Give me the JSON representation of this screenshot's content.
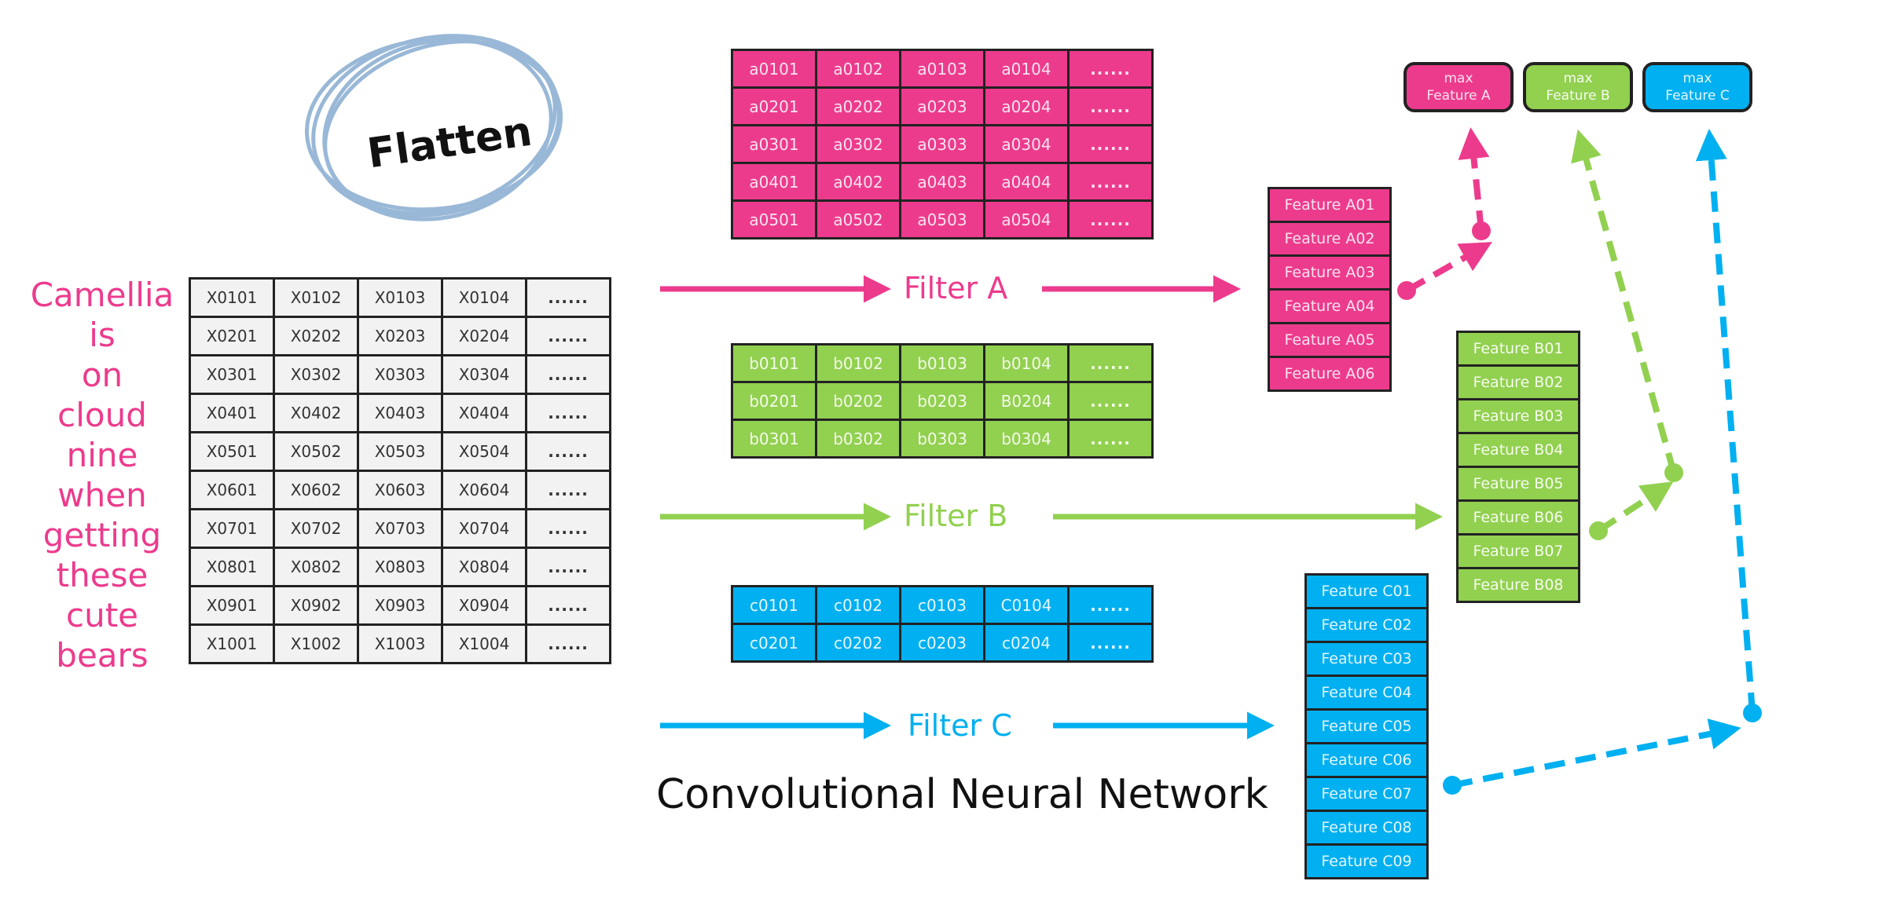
{
  "flatten_label": "Flatten",
  "story_lines": [
    "Camellia",
    "is",
    "on",
    "cloud",
    "nine",
    "when",
    "getting",
    "these",
    "cute",
    "bears"
  ],
  "title": "Convolutional Neural Network",
  "input_matrix": {
    "rows": [
      [
        "X0101",
        "X0102",
        "X0103",
        "X0104",
        "......"
      ],
      [
        "X0201",
        "X0202",
        "X0203",
        "X0204",
        "......"
      ],
      [
        "X0301",
        "X0302",
        "X0303",
        "X0304",
        "......"
      ],
      [
        "X0401",
        "X0402",
        "X0403",
        "X0404",
        "......"
      ],
      [
        "X0501",
        "X0502",
        "X0503",
        "X0504",
        "......"
      ],
      [
        "X0601",
        "X0602",
        "X0603",
        "X0604",
        "......"
      ],
      [
        "X0701",
        "X0702",
        "X0703",
        "X0704",
        "......"
      ],
      [
        "X0801",
        "X0802",
        "X0803",
        "X0804",
        "......"
      ],
      [
        "X0901",
        "X0902",
        "X0903",
        "X0904",
        "......"
      ],
      [
        "X1001",
        "X1002",
        "X1003",
        "X1004",
        "......"
      ]
    ]
  },
  "filter_a": {
    "label": "Filter A",
    "rows": [
      [
        "a0101",
        "a0102",
        "a0103",
        "a0104",
        "......"
      ],
      [
        "a0201",
        "a0202",
        "a0203",
        "a0204",
        "......"
      ],
      [
        "a0301",
        "a0302",
        "a0303",
        "a0304",
        "......"
      ],
      [
        "a0401",
        "a0402",
        "a0403",
        "a0404",
        "......"
      ],
      [
        "a0501",
        "a0502",
        "a0503",
        "a0504",
        "......"
      ]
    ]
  },
  "filter_b": {
    "label": "Filter B",
    "rows": [
      [
        "b0101",
        "b0102",
        "b0103",
        "b0104",
        "......"
      ],
      [
        "b0201",
        "b0202",
        "b0203",
        "B0204",
        "......"
      ],
      [
        "b0301",
        "b0302",
        "b0303",
        "b0304",
        "......"
      ]
    ]
  },
  "filter_c": {
    "label": "Filter C",
    "rows": [
      [
        "c0101",
        "c0102",
        "c0103",
        "C0104",
        "......"
      ],
      [
        "c0201",
        "c0202",
        "c0203",
        "c0204",
        "......"
      ]
    ]
  },
  "features_a": [
    "Feature A01",
    "Feature A02",
    "Feature A03",
    "Feature A04",
    "Feature A05",
    "Feature A06"
  ],
  "features_b": [
    "Feature B01",
    "Feature B02",
    "Feature B03",
    "Feature B04",
    "Feature B05",
    "Feature B06",
    "Feature B07",
    "Feature B08"
  ],
  "features_c": [
    "Feature C01",
    "Feature C02",
    "Feature C03",
    "Feature C04",
    "Feature C05",
    "Feature C06",
    "Feature C07",
    "Feature C08",
    "Feature C09"
  ],
  "max_boxes": [
    {
      "line1": "max",
      "line2": "Feature A"
    },
    {
      "line1": "max",
      "line2": "Feature B"
    },
    {
      "line1": "max",
      "line2": "Feature C"
    }
  ],
  "colors": {
    "pink": "#ec3b8d",
    "green": "#92d050",
    "blue": "#00b0f0",
    "flatten_ring": "#8fb1d3"
  }
}
